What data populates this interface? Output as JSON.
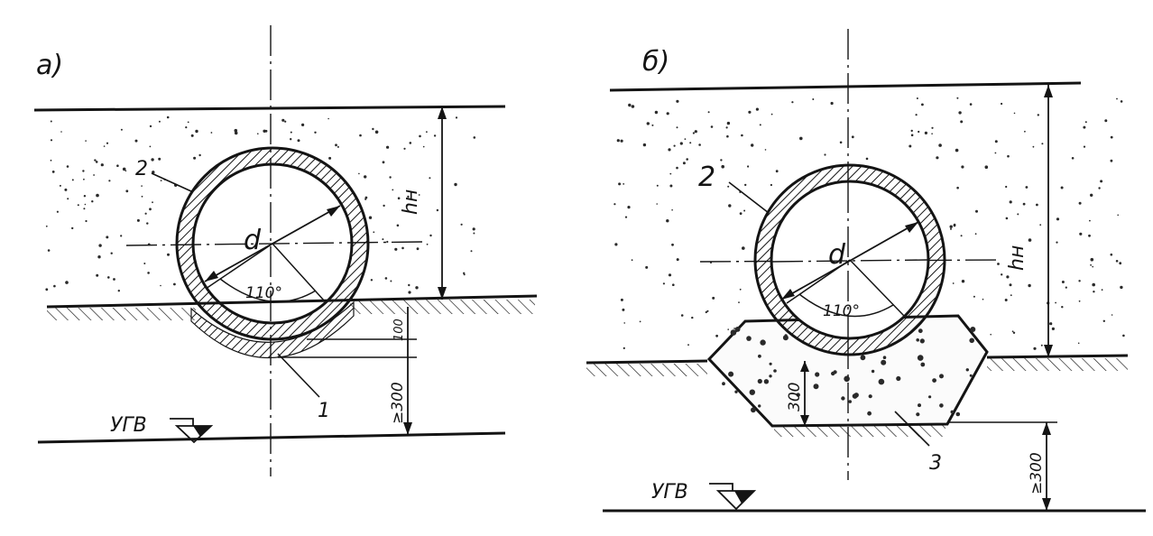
{
  "diagram": {
    "panel_a": {
      "label": "а)",
      "callout_pipe": "2",
      "callout_bed": "1",
      "diameter": "d",
      "angle": "110°",
      "depth_label": "hн",
      "bed_dim": "100",
      "clearance_dim": "≥300",
      "groundwater": "УГВ"
    },
    "panel_b": {
      "label": "б)",
      "callout_pipe": "2",
      "callout_base": "3",
      "diameter": "d",
      "angle": "110°",
      "depth_label": "hн",
      "base_dim": "300",
      "clearance_dim": "≥300",
      "groundwater": "УГВ"
    }
  }
}
